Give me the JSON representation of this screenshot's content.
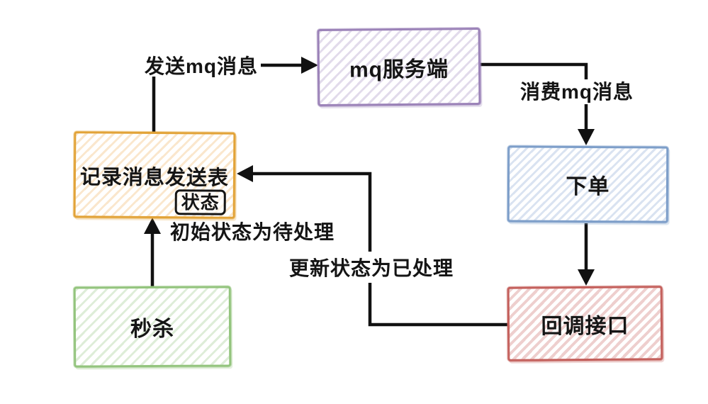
{
  "diagram": {
    "background_color": "#ffffff",
    "line_color": "#111111",
    "text_color": "#151515",
    "nodes": {
      "mq_server": {
        "label": "mq服务端",
        "stroke_color": "#9b82b8"
      },
      "order": {
        "label": "下单",
        "stroke_color": "#7d9ec9"
      },
      "callback": {
        "label": "回调接口",
        "stroke_color": "#c4605c"
      },
      "record_table": {
        "label": "记录消息发送表",
        "badge": "状态",
        "stroke_color": "#e2a338"
      },
      "seckill": {
        "label": "秒杀",
        "stroke_color": "#93c47d"
      }
    },
    "edges": {
      "send_mq": {
        "label": "发送mq消息"
      },
      "consume_mq": {
        "label": "消费mq消息"
      },
      "initial_status": {
        "label": "初始状态为待处理"
      },
      "update_status": {
        "label": "更新状态为已处理"
      }
    }
  }
}
